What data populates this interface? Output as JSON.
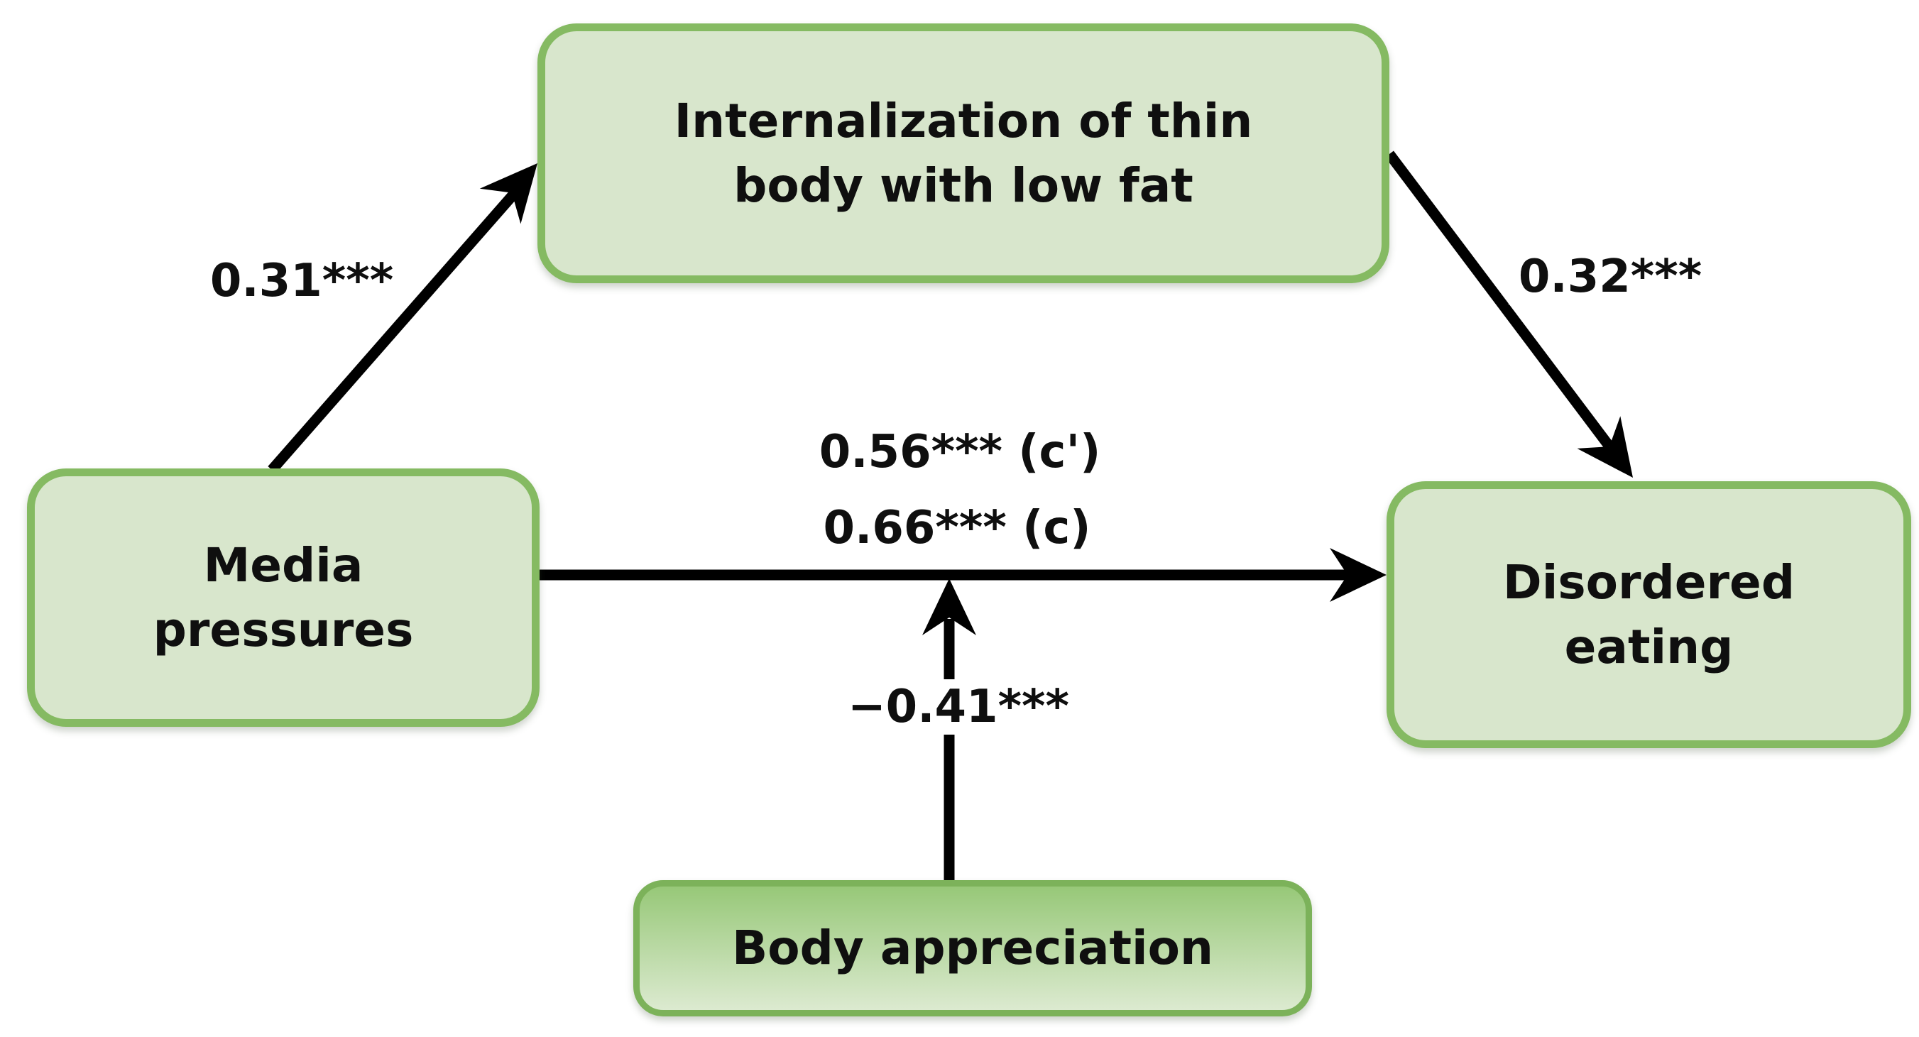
{
  "diagram": {
    "nodes": {
      "mediator": {
        "label": "Internalization of thin\nbody with low fat"
      },
      "predictor": {
        "label": "Media\npressures"
      },
      "outcome": {
        "label": "Disordered\neating"
      },
      "moderator": {
        "label": "Body appreciation"
      }
    },
    "paths": {
      "a": {
        "label": "0.31***"
      },
      "b": {
        "label": "0.32***"
      },
      "c_prime": {
        "label": "0.56*** (c')"
      },
      "c": {
        "label": "0.66*** (c)"
      },
      "moderation": {
        "label": "−0.41***"
      }
    },
    "colors": {
      "node_fill": "#d8e6cc",
      "node_border": "#85ba62",
      "moderator_fill_top": "#97c878",
      "moderator_fill_bottom": "#dcead0",
      "moderator_border": "#7cb25a",
      "arrow": "#000000",
      "text": "#0f0f0f"
    }
  }
}
